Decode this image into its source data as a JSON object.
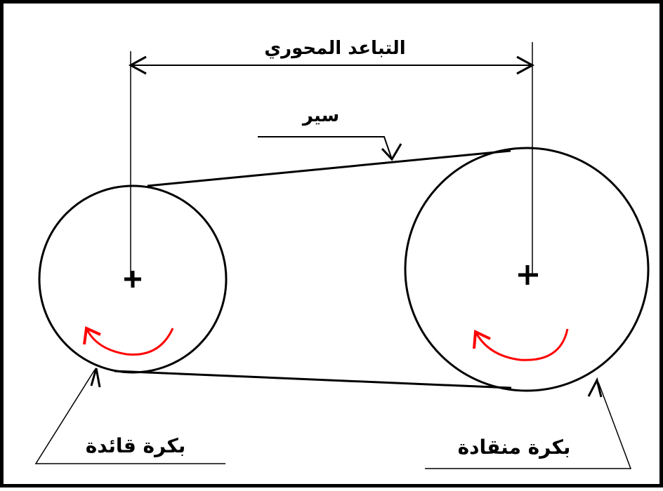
{
  "labels": {
    "center_distance": "التباعد المحوري",
    "belt": "سير",
    "driver_pulley": "بكرة قائدة",
    "driven_pulley": "بكرة منقادة"
  },
  "colors": {
    "stroke": "#000000",
    "rotation_arrow": "#ff0000",
    "frame": "#000000",
    "background": "#ffffff"
  }
}
